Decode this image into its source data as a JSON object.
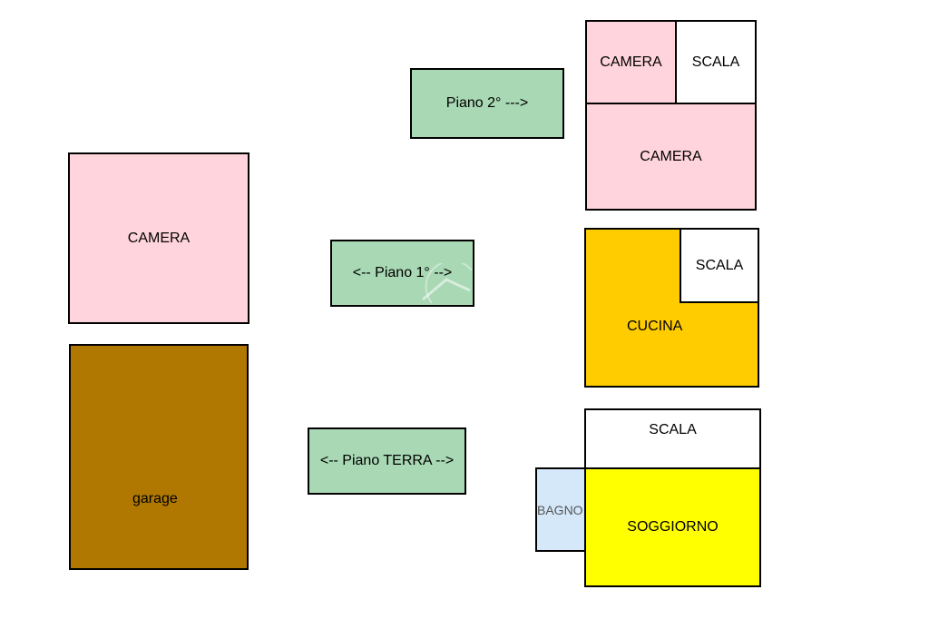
{
  "colors": {
    "camera": "#ffd4dc",
    "scala": "#ffffff",
    "piano": "#a8d8b4",
    "garage": "#b07800",
    "cucina": "#ffcc00",
    "soggiorno": "#ffff00",
    "bagno": "#d4e8fa"
  },
  "piano2": {
    "label": "Piano 2° --->",
    "camera_small": "CAMERA",
    "scala": "SCALA",
    "camera_large": "CAMERA"
  },
  "piano1": {
    "label": "<-- Piano 1° -->",
    "camera": "CAMERA",
    "scala": "SCALA",
    "cucina": "CUCINA"
  },
  "piano_terra": {
    "label": "<-- Piano TERRA -->",
    "garage": "garage",
    "scala": "SCALA",
    "bagno": "BAGNO",
    "soggiorno": "SOGGIORNO"
  }
}
